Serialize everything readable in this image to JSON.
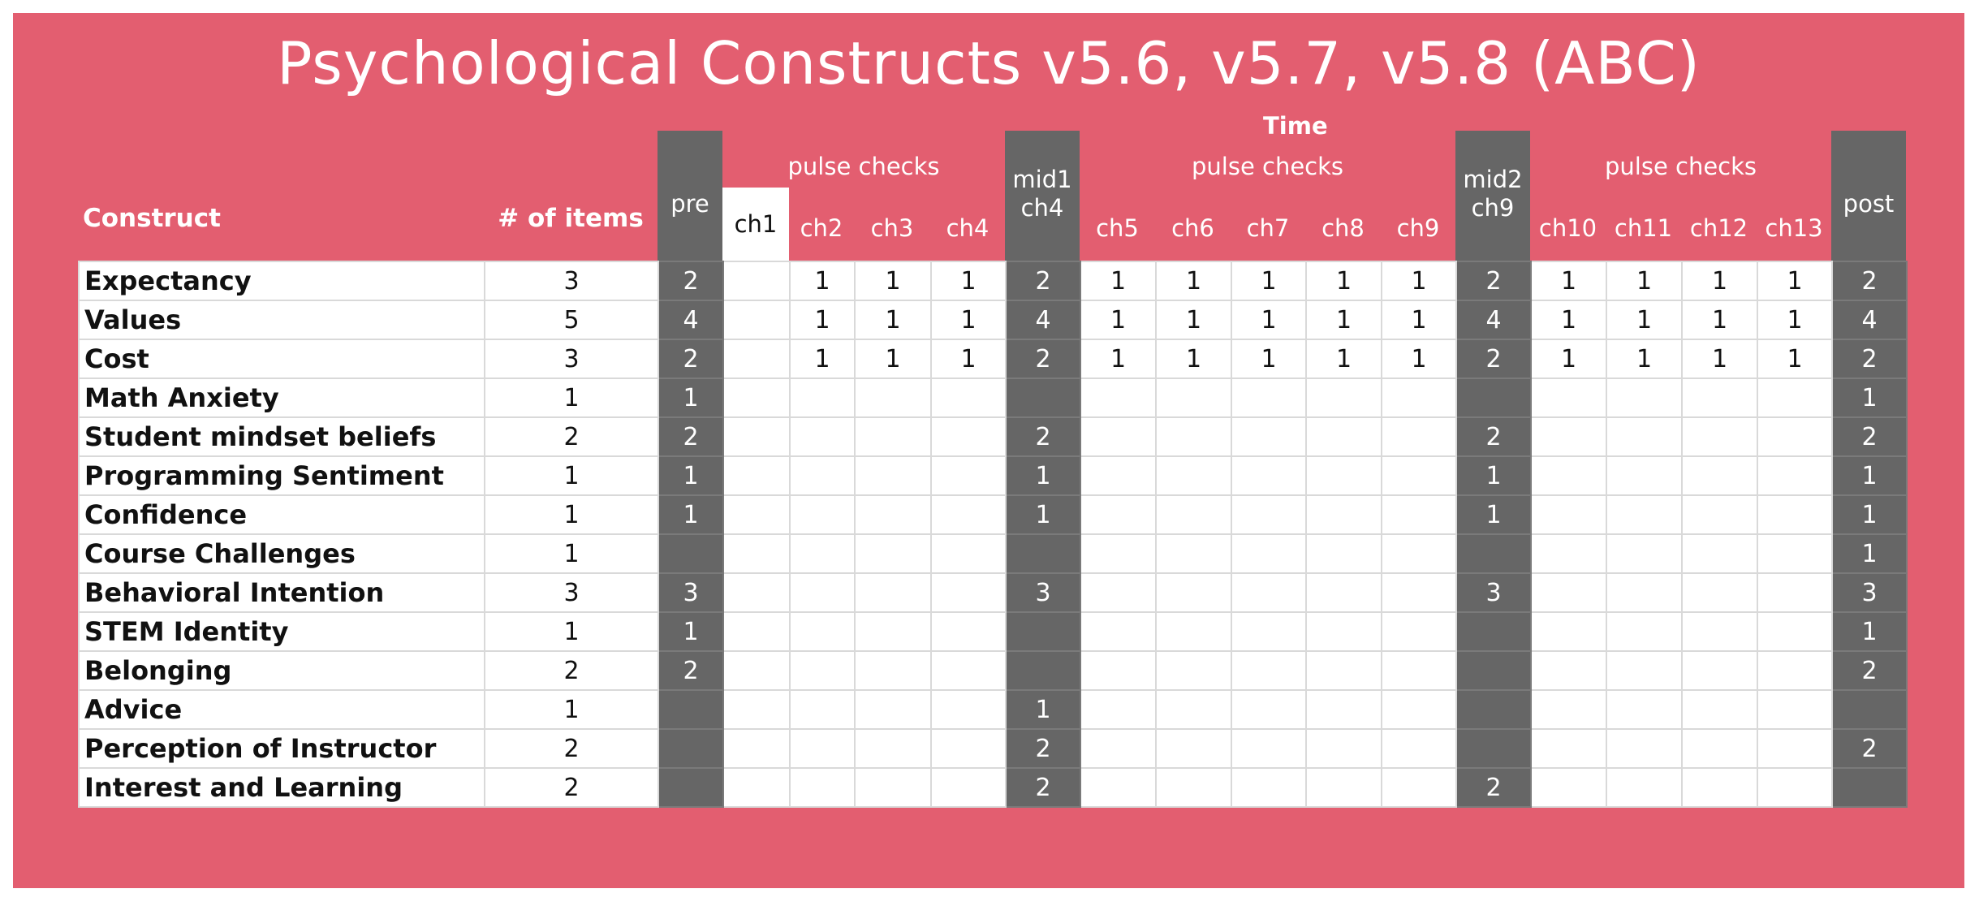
{
  "title": "Psychological Constructs v5.6, v5.7, v5.8 (ABC)",
  "time_label": "Time",
  "headers": {
    "construct": "Construct",
    "items": "# of items",
    "pre": "pre",
    "mid1": "mid1\nch4",
    "mid2": "mid2\nch9",
    "post": "post",
    "pulse_checks": "pulse checks",
    "chapters": [
      "ch1",
      "ch2",
      "ch3",
      "ch4",
      "ch5",
      "ch6",
      "ch7",
      "ch8",
      "ch9",
      "ch10",
      "ch11",
      "ch12",
      "ch13"
    ]
  },
  "columns": [
    "pre",
    "ch1",
    "ch2",
    "ch3",
    "ch4",
    "mid1",
    "ch5",
    "ch6",
    "ch7",
    "ch8",
    "ch9",
    "mid2",
    "ch10",
    "ch11",
    "ch12",
    "ch13",
    "post"
  ],
  "rows": [
    {
      "construct": "Expectancy",
      "items": "3",
      "cells": [
        "2",
        "",
        "1",
        "1",
        "1",
        "2",
        "1",
        "1",
        "1",
        "1",
        "1",
        "2",
        "1",
        "1",
        "1",
        "1",
        "2"
      ]
    },
    {
      "construct": "Values",
      "items": "5",
      "cells": [
        "4",
        "",
        "1",
        "1",
        "1",
        "4",
        "1",
        "1",
        "1",
        "1",
        "1",
        "4",
        "1",
        "1",
        "1",
        "1",
        "4"
      ]
    },
    {
      "construct": "Cost",
      "items": "3",
      "cells": [
        "2",
        "",
        "1",
        "1",
        "1",
        "2",
        "1",
        "1",
        "1",
        "1",
        "1",
        "2",
        "1",
        "1",
        "1",
        "1",
        "2"
      ]
    },
    {
      "construct": "Math Anxiety",
      "items": "1",
      "cells": [
        "1",
        "",
        "",
        "",
        "",
        "",
        "",
        "",
        "",
        "",
        "",
        "",
        "",
        "",
        "",
        "",
        "1"
      ]
    },
    {
      "construct": "Student mindset beliefs",
      "items": "2",
      "cells": [
        "2",
        "",
        "",
        "",
        "",
        "2",
        "",
        "",
        "",
        "",
        "",
        "2",
        "",
        "",
        "",
        "",
        "2"
      ]
    },
    {
      "construct": "Programming Sentiment",
      "items": "1",
      "cells": [
        "1",
        "",
        "",
        "",
        "",
        "1",
        "",
        "",
        "",
        "",
        "",
        "1",
        "",
        "",
        "",
        "",
        "1"
      ]
    },
    {
      "construct": "Confidence",
      "items": "1",
      "cells": [
        "1",
        "",
        "",
        "",
        "",
        "1",
        "",
        "",
        "",
        "",
        "",
        "1",
        "",
        "",
        "",
        "",
        "1"
      ]
    },
    {
      "construct": "Course Challenges",
      "items": "1",
      "cells": [
        "",
        "",
        "",
        "",
        "",
        "",
        "",
        "",
        "",
        "",
        "",
        "",
        "",
        "",
        "",
        "",
        "1"
      ]
    },
    {
      "construct": "Behavioral Intention",
      "items": "3",
      "cells": [
        "3",
        "",
        "",
        "",
        "",
        "3",
        "",
        "",
        "",
        "",
        "",
        "3",
        "",
        "",
        "",
        "",
        "3"
      ]
    },
    {
      "construct": "STEM Identity",
      "items": "1",
      "cells": [
        "1",
        "",
        "",
        "",
        "",
        "",
        "",
        "",
        "",
        "",
        "",
        "",
        "",
        "",
        "",
        "",
        "1"
      ]
    },
    {
      "construct": "Belonging",
      "items": "2",
      "cells": [
        "2",
        "",
        "",
        "",
        "",
        "",
        "",
        "",
        "",
        "",
        "",
        "",
        "",
        "",
        "",
        "",
        "2"
      ]
    },
    {
      "construct": "Advice",
      "items": "1",
      "cells": [
        "",
        "",
        "",
        "",
        "",
        "1",
        "",
        "",
        "",
        "",
        "",
        "",
        "",
        "",
        "",
        "",
        ""
      ]
    },
    {
      "construct": "Perception of Instructor",
      "items": "2",
      "cells": [
        "",
        "",
        "",
        "",
        "",
        "2",
        "",
        "",
        "",
        "",
        "",
        "",
        "",
        "",
        "",
        "",
        "2"
      ]
    },
    {
      "construct": "Interest and Learning",
      "items": "2",
      "cells": [
        "",
        "",
        "",
        "",
        "",
        "2",
        "",
        "",
        "",
        "",
        "",
        "2",
        "",
        "",
        "",
        "",
        ""
      ]
    }
  ],
  "colors": {
    "background": "#e35e70",
    "dark_column": "#666666",
    "cell": "#ffffff"
  }
}
